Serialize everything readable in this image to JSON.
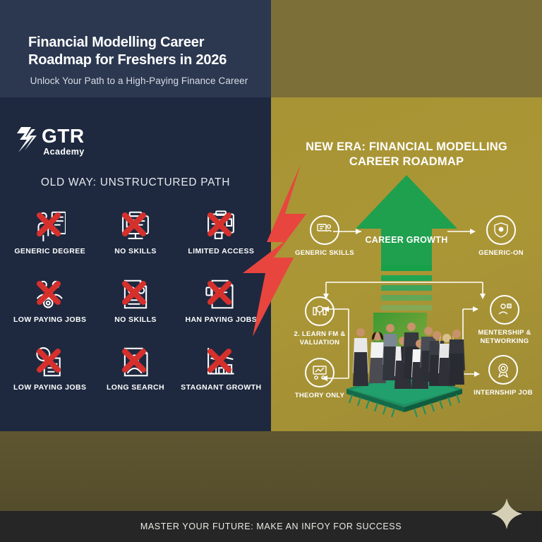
{
  "header": {
    "title": "Financial Modelling Career Roadmap for Freshers in 2026",
    "subtitle": "Unlock Your Path to a High-Paying Finance Career"
  },
  "brand": {
    "name": "GTR",
    "sub": "Academy",
    "mark_icon": "gtr-logo-mark"
  },
  "left_panel": {
    "heading": "OLD WAY: UNSTRUCTURED PATH",
    "items": [
      {
        "label": "GENERIC DEGREE",
        "icon": "teacher-presentation-icon"
      },
      {
        "label": "NO SKILLS",
        "icon": "desktop-monitor-icon"
      },
      {
        "label": "LIMITED ACCESS",
        "icon": "clipboard-document-icon"
      },
      {
        "label": "LOW PAYING JOBS",
        "icon": "two-people-gear-icon"
      },
      {
        "label": "NO SKILLS",
        "icon": "document-search-icon"
      },
      {
        "label": "HAN PAYING JOBS",
        "icon": "contract-paper-icon"
      },
      {
        "label": "LOW PAYING JOBS",
        "icon": "coin-documents-icon"
      },
      {
        "label": "LONG SEARCH",
        "icon": "resume-person-icon"
      },
      {
        "label": "STAGNANT GROWTH",
        "icon": "flat-chart-icon"
      }
    ],
    "cross_icon": "red-x-icon"
  },
  "right_panel": {
    "heading": "NEW ERA: FINANCIAL MODELLING CAREER ROADMAP",
    "arrow_label": "CAREER GROWTH",
    "arrow_icon": "up-arrow-growth-icon",
    "center_image": "business-team-on-chip-platform",
    "nodes": [
      {
        "id": "generic-skills",
        "label": "GENERIC SKILLS",
        "icon": "skills-screen-icon"
      },
      {
        "id": "generic-on",
        "label": "GENERIC-ON",
        "icon": "shield-badge-icon"
      },
      {
        "id": "learn-fm",
        "label": "2. LEARN FM & VALUATION",
        "icon": "valuation-magnifier-icon"
      },
      {
        "id": "theory-only",
        "label": "THEORY ONLY",
        "icon": "whiteboard-chart-icon"
      },
      {
        "id": "mentorship",
        "label": "MENTERSHIP & NETWORKING",
        "icon": "mentor-person-icon"
      },
      {
        "id": "internship",
        "label": "INTERNSHIP JOB",
        "icon": "certificate-seal-icon"
      }
    ]
  },
  "footer": {
    "text": "MASTER YOUR FUTURE: MAKE AN INFOY FOR SUCCESS",
    "sparkle_icon": "four-point-star-icon"
  },
  "colors": {
    "navy": "#1e293f",
    "header_navy": "#2b3850",
    "gold": "#a89232",
    "header_gold": "#7c7038",
    "green": "#21a04f",
    "red": "#e1403c",
    "dark_bar": "#262626"
  }
}
